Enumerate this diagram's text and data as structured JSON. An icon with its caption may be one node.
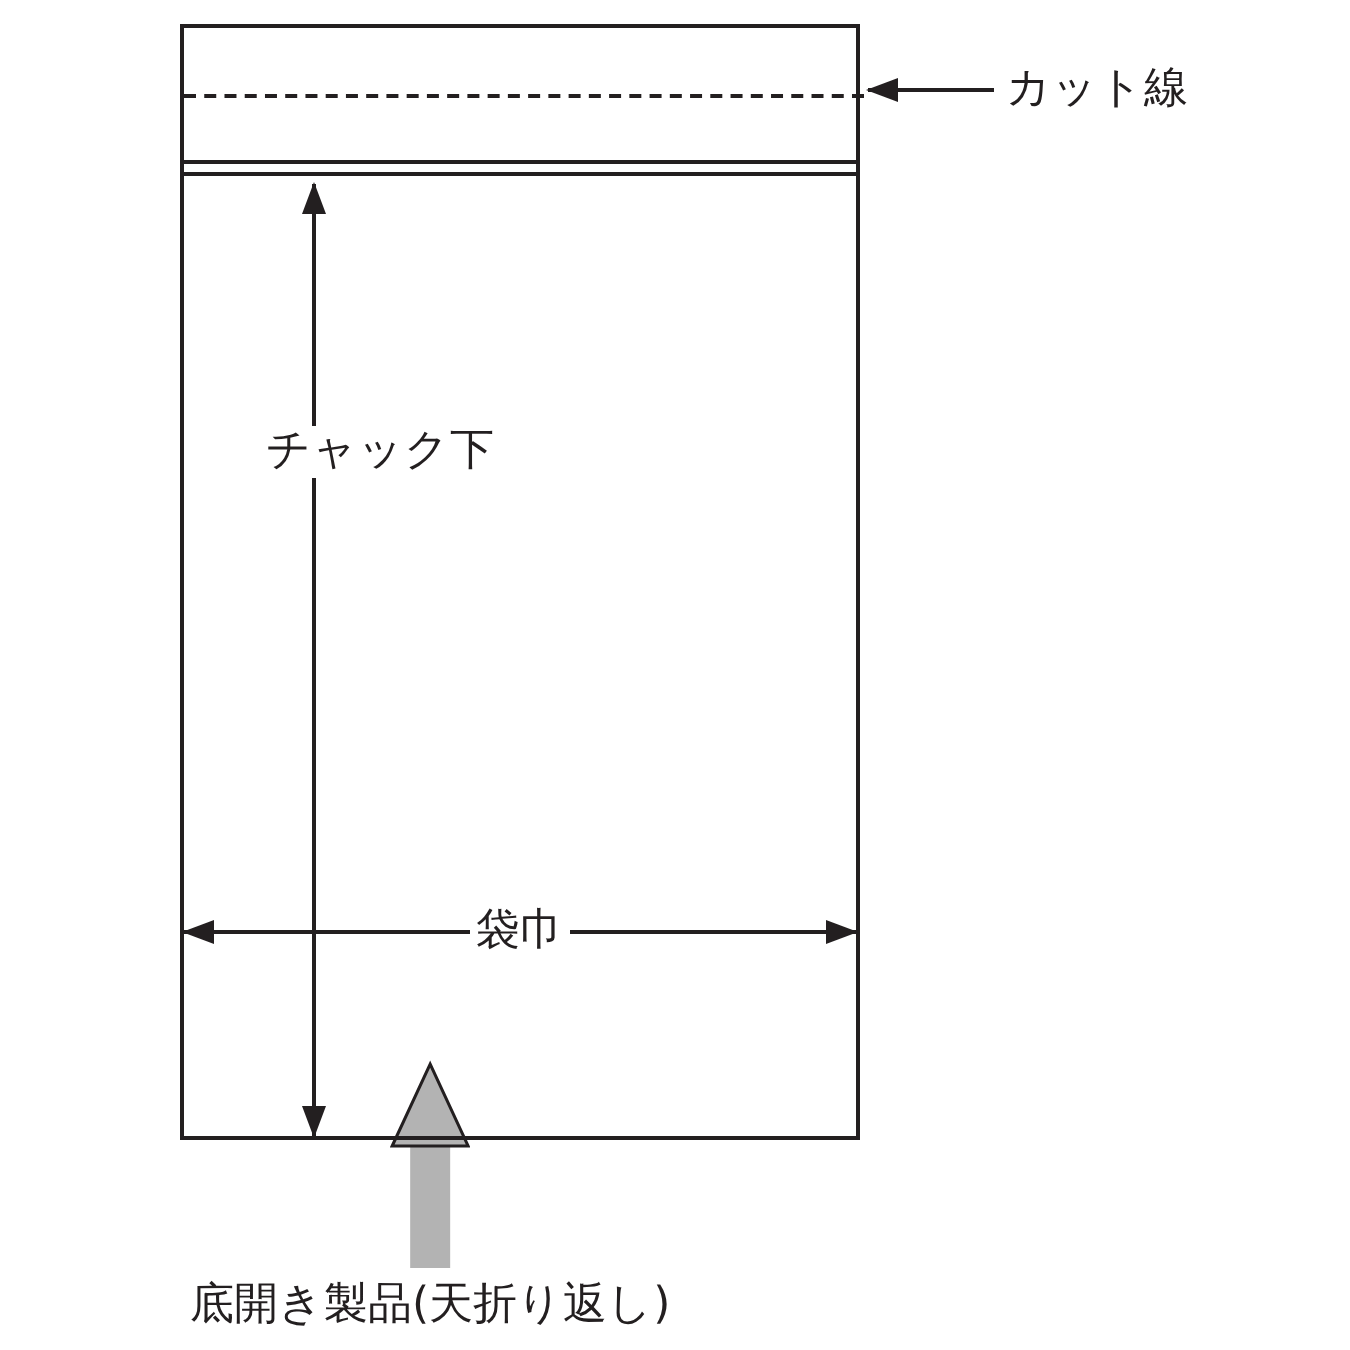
{
  "diagram": {
    "nodes": [
      {
        "text": [],
        "shape": "box"
      },
      {
        "text": [],
        "shape": "line",
        "in": 0
      },
      {
        "text": [
          "カット線"
        ]
      },
      {
        "text": [
          "底開き製品(天折り返し)"
        ]
      }
    ],
    "edges": [
      {
        "from": 2,
        "to": 1,
        "arrow": "to"
      },
      {
        "from": 3,
        "to": 0,
        "arrow": "to",
        "style": "thick",
        "color": "#b3b3b3"
      }
    ],
    "labels": [
      "チャック下",
      "袋巾"
    ]
  }
}
